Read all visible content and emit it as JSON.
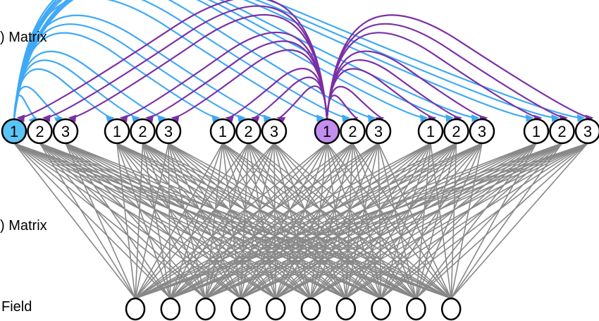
{
  "labels": {
    "top_layer": ") Matrix",
    "middle_layer": ") Matrix",
    "bottom_layer": "Field"
  },
  "top_groups": [
    [
      "1",
      "2",
      "3"
    ],
    [
      "1",
      "2",
      "3"
    ],
    [
      "1",
      "2",
      "3"
    ],
    [
      "1",
      "2",
      "3"
    ],
    [
      "1",
      "2",
      "3"
    ],
    [
      "1",
      "2",
      "3"
    ]
  ],
  "bottom_node_count": 10,
  "sources": [
    {
      "group": 0,
      "index": 0,
      "color": "#3fa9f5",
      "fill": "#5bc4f5"
    },
    {
      "group": 3,
      "index": 0,
      "color": "#7b2fa6",
      "fill": "#c38ef0"
    }
  ],
  "colors": {
    "edge": "#888888",
    "stroke": "#000000"
  }
}
